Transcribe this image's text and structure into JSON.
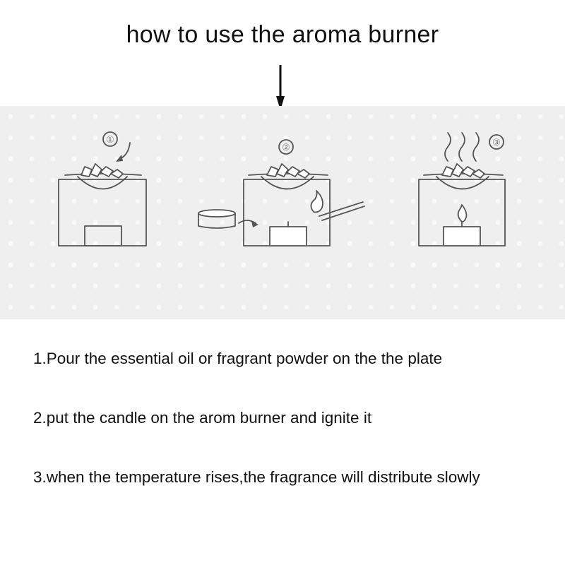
{
  "title": "how to use the aroma burner",
  "diagram": {
    "step_markers": [
      "①",
      "②",
      "③"
    ]
  },
  "instructions": [
    "1.Pour the essential oil or fragrant powder on the the plate",
    "2.put the candle on the arom burner and ignite it",
    "3.when the temperature rises,the fragrance will distribute slowly"
  ],
  "colors": {
    "line": "#555555",
    "panel_background": "#efefef",
    "text": "#111111"
  }
}
